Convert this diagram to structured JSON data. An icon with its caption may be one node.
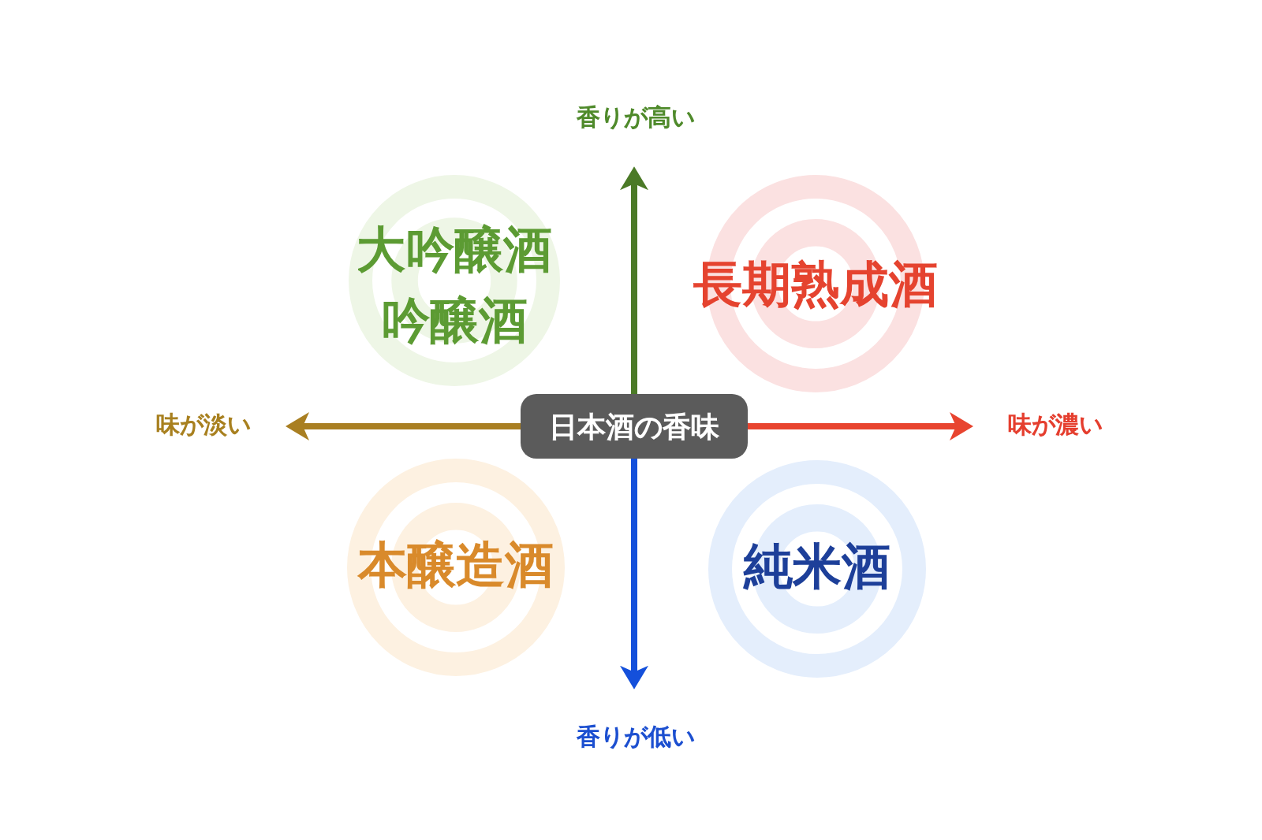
{
  "diagram": {
    "nodes": [
      {
        "text": [
          "香りが高い"
        ]
      },
      {
        "text": [
          "大吟醸酒",
          "吟醸酒"
        ]
      },
      {
        "text": [
          "長期熟成酒"
        ]
      },
      {
        "text": [
          "味が淡い"
        ]
      },
      {
        "text": [
          "日本酒の香味"
        ]
      },
      {
        "text": [
          "味が濃い"
        ]
      },
      {
        "text": [
          "本醸造酒"
        ]
      },
      {
        "text": [
          "純米酒"
        ]
      },
      {
        "text": [
          "香りが低い"
        ]
      }
    ],
    "edges": [
      {
        "from": 4,
        "to": 0,
        "arrow": "to",
        "color": "#4b7a27"
      },
      {
        "from": 4,
        "to": 3,
        "arrow": "to",
        "color": "#a97f22"
      },
      {
        "from": 4,
        "to": 5,
        "arrow": "to",
        "color": "#e8442f"
      },
      {
        "from": 4,
        "to": 8,
        "arrow": "to",
        "color": "#1450db"
      }
    ]
  }
}
